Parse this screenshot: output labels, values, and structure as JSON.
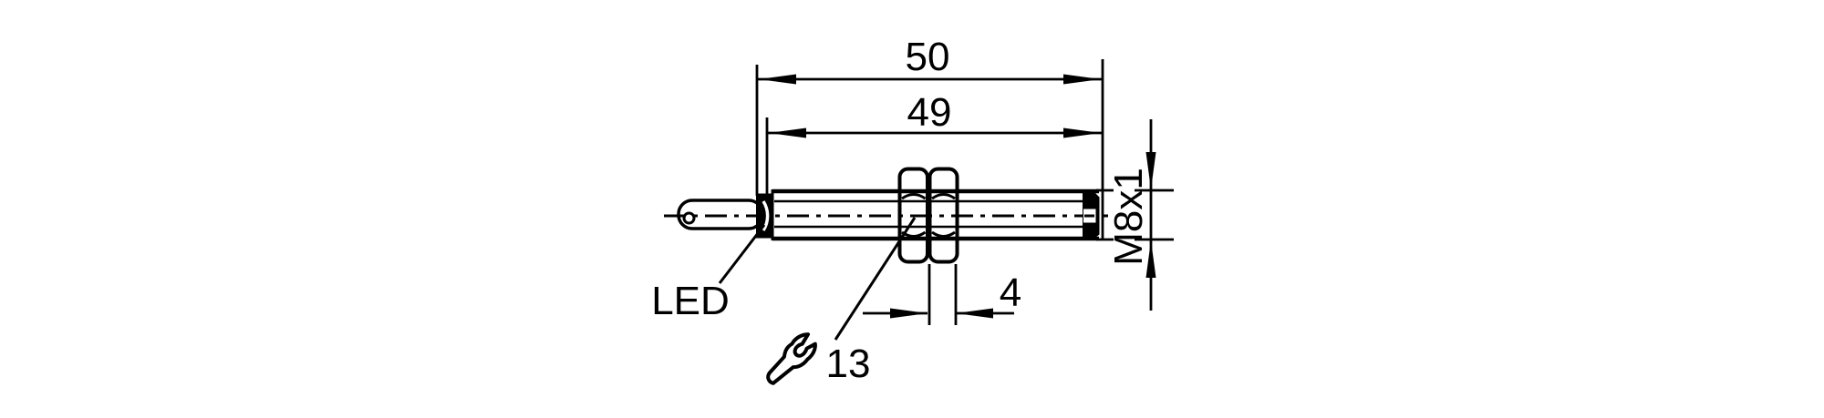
{
  "meta": {
    "background_color": "#ffffff",
    "line_color": "#000000",
    "drawing_kind": "sensor-dimensional-drawing"
  },
  "drawing": {
    "dimensions": {
      "overall_length": {
        "value": "50"
      },
      "barrel_length": {
        "value": "49"
      },
      "thread": {
        "value": "M8x1"
      },
      "nut_thickness": {
        "value": "4"
      }
    },
    "callouts": {
      "led": {
        "label": "LED"
      },
      "wrench": {
        "label": "13",
        "icon": "wrench-icon"
      }
    }
  }
}
